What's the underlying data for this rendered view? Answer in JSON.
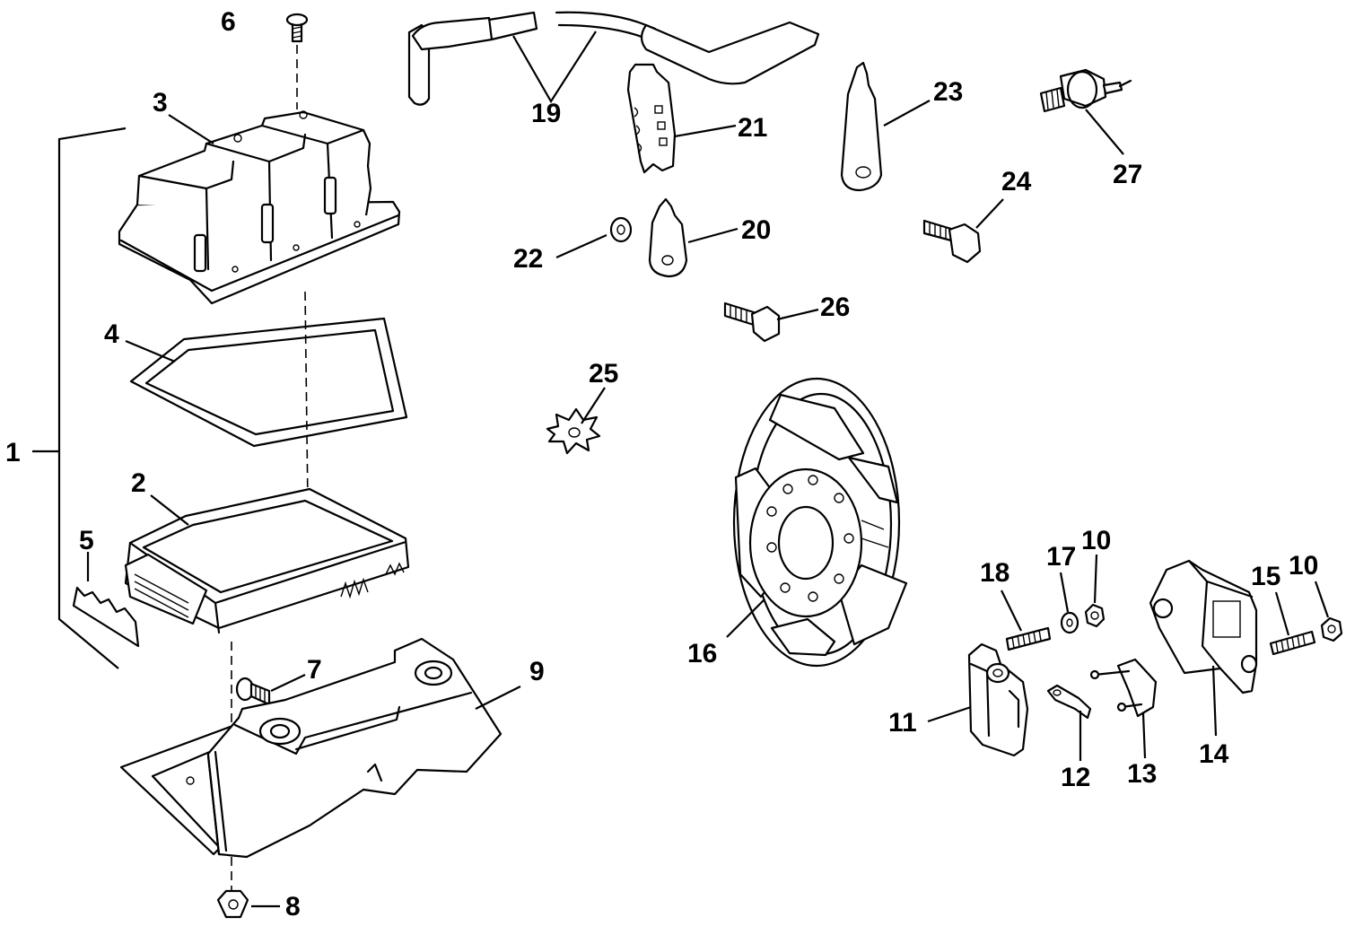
{
  "callouts": {
    "c1": "1",
    "c2": "2",
    "c3": "3",
    "c4": "4",
    "c5": "5",
    "c6": "6",
    "c7": "7",
    "c8": "8",
    "c9": "9",
    "c10a": "10",
    "c10b": "10",
    "c11": "11",
    "c12": "12",
    "c13": "13",
    "c14": "14",
    "c15": "15",
    "c16": "16",
    "c17": "17",
    "c18": "18",
    "c19": "19",
    "c20": "20",
    "c21": "21",
    "c22": "22",
    "c23": "23",
    "c24": "24",
    "c25": "25",
    "c26": "26",
    "c27": "27"
  }
}
